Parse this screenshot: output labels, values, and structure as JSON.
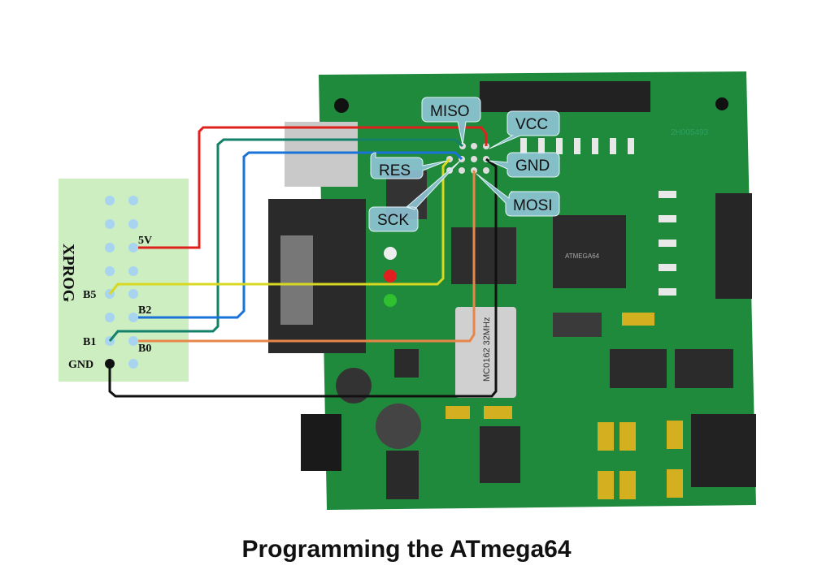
{
  "caption": "Programming the ATmega64",
  "connector": {
    "title": "XPROG",
    "pins": {
      "vcc": "5V",
      "b5": "B5",
      "b2": "B2",
      "b1": "B1",
      "b0": "B0",
      "gnd": "GND"
    }
  },
  "isp_labels": {
    "miso": "MISO",
    "vcc": "VCC",
    "res": "RES",
    "gnd": "GND",
    "sck": "SCK",
    "mosi": "MOSI"
  },
  "board_text": {
    "serial": "2H005493",
    "crystal": "MC0162 32MHz",
    "chip": "ATMEGA64"
  },
  "colors": {
    "board": "#1f8a3c",
    "wire_5v": "#e0201c",
    "wire_b1": "#13806a",
    "wire_b2": "#1a73d8",
    "wire_b5": "#d8d820",
    "wire_b0": "#e8864a",
    "wire_gnd": "#111111",
    "connector_bg": "#cdeec0",
    "pin": "#a8d4f0",
    "callout": "#8fc3d6"
  }
}
